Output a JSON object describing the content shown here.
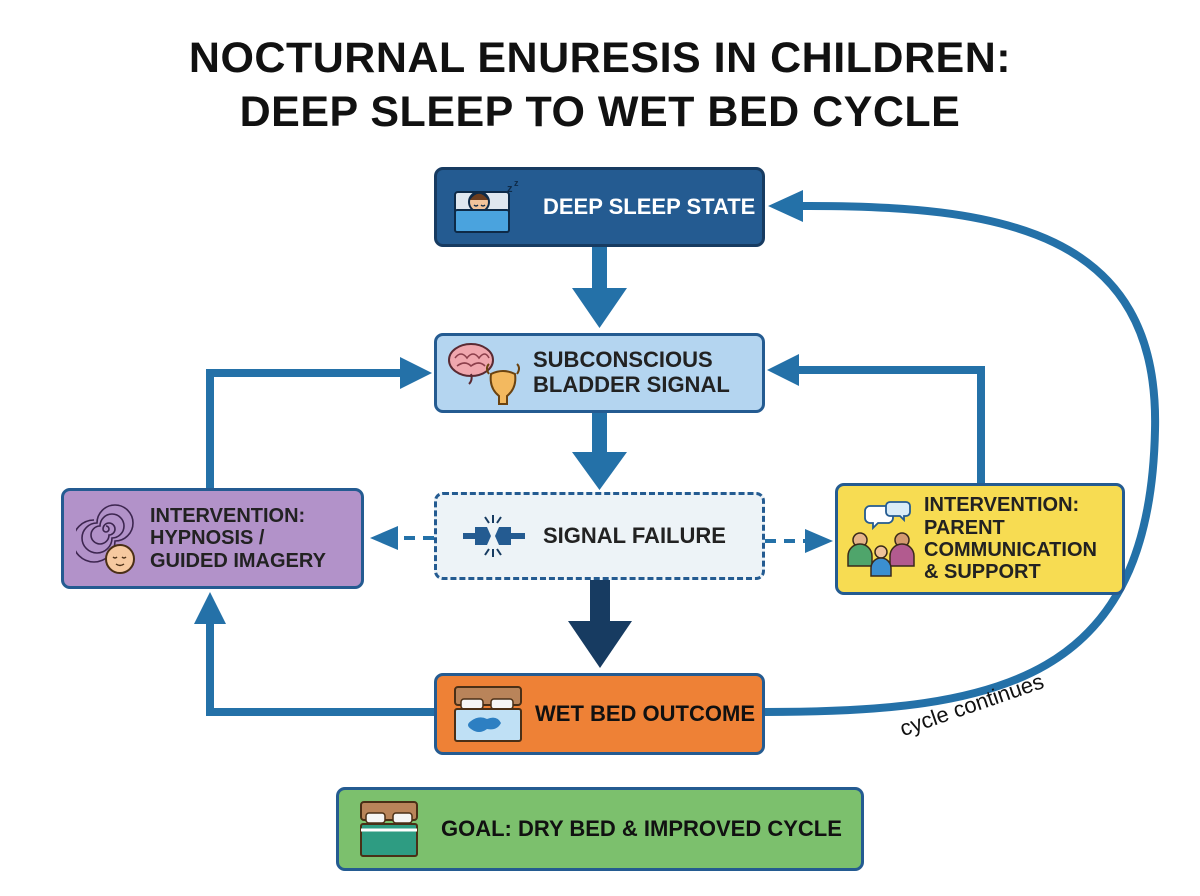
{
  "title": {
    "line1": "NOCTURNAL ENURESIS IN CHILDREN:",
    "line2": "DEEP SLEEP TO WET BED CYCLE"
  },
  "nodes": {
    "deep_sleep": {
      "label": "DEEP SLEEP STATE",
      "icon": "sleeping-child-icon",
      "color": "#245b91"
    },
    "bladder_signal": {
      "label_line1": "SUBCONSCIOUS",
      "label_line2": "BLADDER SIGNAL",
      "icon": "brain-bladder-icon",
      "color": "#b4d5f0"
    },
    "signal_failure": {
      "label": "SIGNAL FAILURE",
      "icon": "broken-plug-icon",
      "color": "#edf3f7"
    },
    "wet_bed": {
      "label": "WET BED OUTCOME",
      "icon": "wet-bed-icon",
      "color": "#ee8136"
    },
    "hypnosis": {
      "label_line1": "INTERVENTION:",
      "label_line2": "HYPNOSIS /",
      "label_line3": "GUIDED IMAGERY",
      "icon": "spiral-face-icon",
      "color": "#b292c9"
    },
    "parent": {
      "label_line1": "INTERVENTION:",
      "label_line2": "PARENT",
      "label_line3": "COMMUNICATION",
      "label_line4": "& SUPPORT",
      "icon": "family-talk-icon",
      "color": "#f7dc52"
    },
    "goal": {
      "label": "GOAL: DRY BED & IMPROVED CYCLE",
      "icon": "dry-bed-icon",
      "color": "#7cc06d"
    }
  },
  "connectors": {
    "cycle_label": "cycle continues",
    "arrow_color": "#2471a8",
    "dark_arrow_color": "#173b61"
  }
}
